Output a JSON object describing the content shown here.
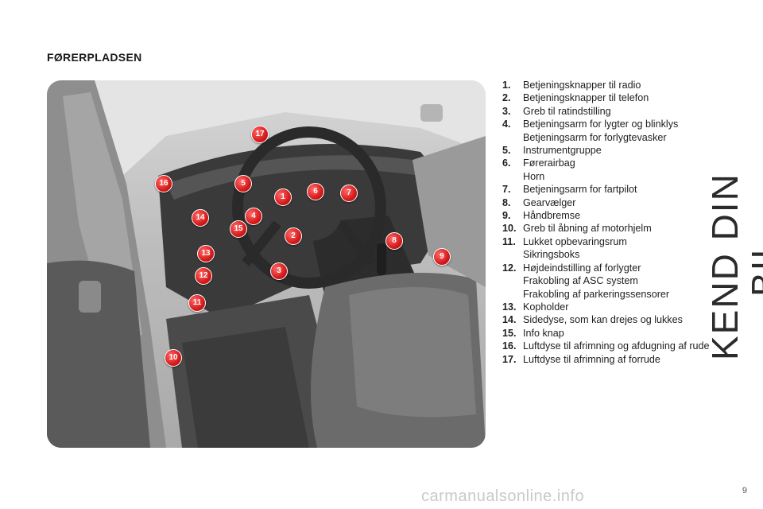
{
  "page": {
    "title": "FØRERPLADSEN",
    "side_title": "KEND DIN BIL",
    "page_number": "9",
    "watermark": "carmanualsonline.info"
  },
  "callouts": [
    "1",
    "2",
    "3",
    "4",
    "5",
    "6",
    "7",
    "8",
    "9",
    "10",
    "11",
    "12",
    "13",
    "14",
    "15",
    "16",
    "17"
  ],
  "legend": [
    {
      "num": "1.",
      "lines": [
        "Betjeningsknapper til radio"
      ]
    },
    {
      "num": "2.",
      "lines": [
        "Betjeningsknapper til telefon"
      ]
    },
    {
      "num": "3.",
      "lines": [
        "Greb til ratindstilling"
      ]
    },
    {
      "num": "4.",
      "lines": [
        "Betjeningsarm for lygter og blinklys",
        "Betjeningsarm for forlygtevasker"
      ]
    },
    {
      "num": "5.",
      "lines": [
        "Instrumentgruppe"
      ]
    },
    {
      "num": "6.",
      "lines": [
        "Førerairbag",
        "Horn"
      ]
    },
    {
      "num": "7.",
      "lines": [
        "Betjeningsarm for fartpilot"
      ]
    },
    {
      "num": "8.",
      "lines": [
        "Gearvælger"
      ]
    },
    {
      "num": "9.",
      "lines": [
        "Håndbremse"
      ]
    },
    {
      "num": "10.",
      "lines": [
        "Greb til åbning af motorhjelm"
      ]
    },
    {
      "num": "11.",
      "lines": [
        "Lukket opbevaringsrum",
        "Sikringsboks"
      ]
    },
    {
      "num": "12.",
      "lines": [
        "Højdeindstilling af forlygter",
        "Frakobling af ASC system",
        "Frakobling af parkeringssensorer"
      ]
    },
    {
      "num": "13.",
      "lines": [
        "Kopholder"
      ]
    },
    {
      "num": "14.",
      "lines": [
        "Sidedyse, som kan drejes og lukkes"
      ]
    },
    {
      "num": "15.",
      "lines": [
        "Info knap"
      ]
    },
    {
      "num": "16.",
      "lines": [
        "Luftdyse til afrimning og afdugning af rude"
      ]
    },
    {
      "num": "17.",
      "lines": [
        "Luftdyse til afrimning af forrude"
      ]
    }
  ]
}
